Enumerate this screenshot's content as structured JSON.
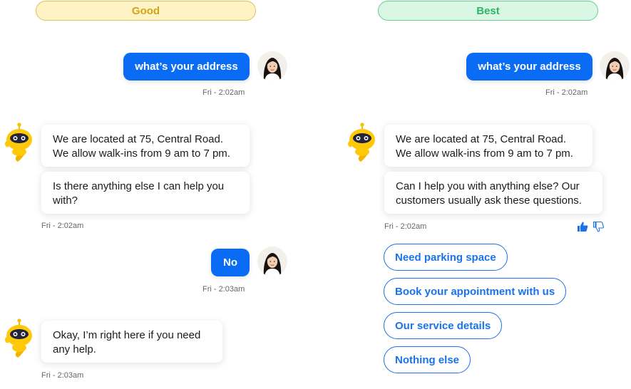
{
  "columns": {
    "good": {
      "header": "Good",
      "user_msg_1": "what’s your address",
      "ts_1": "Fri - 2:02am",
      "bot_msg_1a": "We are located at 75, Central Road. We allow walk-ins from 9 am to 7 pm.",
      "bot_msg_1b": "Is there anything else I can help you with?",
      "ts_2": "Fri - 2:02am",
      "user_msg_2": "No",
      "ts_3": "Fri - 2:03am",
      "bot_msg_2": "Okay, I’m right here if you need any help.",
      "ts_4": "Fri - 2:03am"
    },
    "best": {
      "header": "Best",
      "user_msg_1": "what’s your address",
      "ts_1": "Fri - 2:02am",
      "bot_msg_1a": "We are located at 75, Central Road. We allow walk-ins from 9 am to 7 pm.",
      "bot_msg_1b": "Can I help you with anything else? Our customers usually ask these questions.",
      "ts_2": "Fri - 2:02am",
      "options": [
        "Need parking space",
        "Book your appointment with us",
        "Our service details",
        "Nothing else"
      ]
    }
  },
  "icons": {
    "user_avatar": "user-avatar",
    "bot_avatar": "bot-avatar",
    "thumbs_up": "thumbs-up-icon",
    "thumbs_down": "thumbs-down-icon"
  },
  "colors": {
    "user_bubble": "#0a6cf5",
    "good_header_bg": "#fdf3c4",
    "good_header_text": "#d4a417",
    "best_header_bg": "#d9f7e4",
    "best_header_text": "#2fb562",
    "option_border": "#1a73e8"
  }
}
